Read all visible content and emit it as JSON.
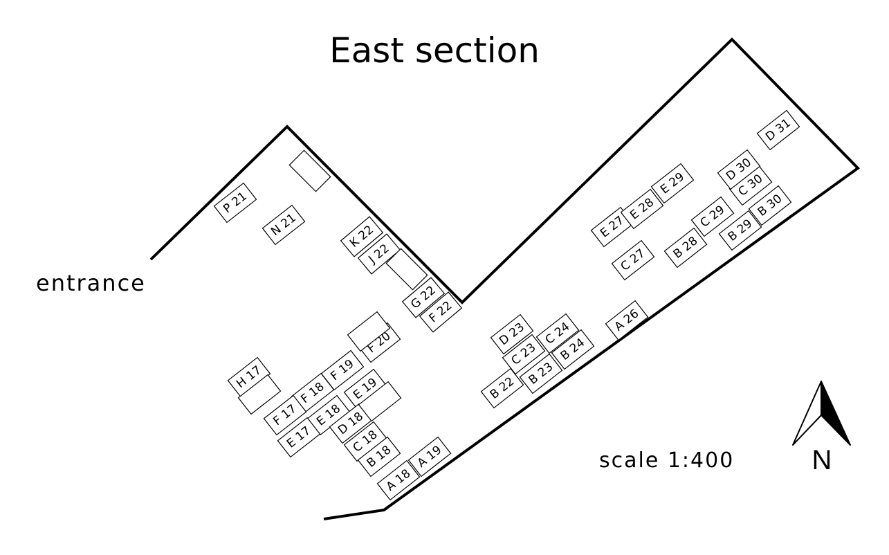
{
  "title": "East section",
  "entrance_label": "entrance",
  "scale_label": "scale 1:400",
  "north_label": "N",
  "icons": {
    "north_arrow": "north-arrow-icon"
  },
  "stalls": [
    {
      "label": "P 21"
    },
    {
      "label": "N 21"
    },
    {
      "label": "K 22"
    },
    {
      "label": "J 22"
    },
    {
      "label": "G 22"
    },
    {
      "label": "F 22"
    },
    {
      "label": "F 20"
    },
    {
      "label": "H 17"
    },
    {
      "label": "F 19"
    },
    {
      "label": "F 18"
    },
    {
      "label": "F 17"
    },
    {
      "label": "E 19"
    },
    {
      "label": "E 18"
    },
    {
      "label": "E 17"
    },
    {
      "label": "D 18"
    },
    {
      "label": "C 18"
    },
    {
      "label": "B 18"
    },
    {
      "label": "A 18"
    },
    {
      "label": "A 19"
    },
    {
      "label": "D 23"
    },
    {
      "label": "C 23"
    },
    {
      "label": "C 24"
    },
    {
      "label": "B 24"
    },
    {
      "label": "B 23"
    },
    {
      "label": "B 22"
    },
    {
      "label": "A 26"
    },
    {
      "label": "C 27"
    },
    {
      "label": "B 28"
    },
    {
      "label": "E 27"
    },
    {
      "label": "E 28"
    },
    {
      "label": "E 29"
    },
    {
      "label": "C 29"
    },
    {
      "label": "B 29"
    },
    {
      "label": "B 30"
    },
    {
      "label": "C 30"
    },
    {
      "label": "D 30"
    },
    {
      "label": "D 31"
    }
  ]
}
